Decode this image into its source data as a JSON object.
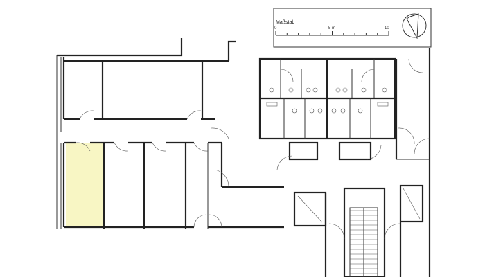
{
  "scale": {
    "label": "Maßstab",
    "tick_start": "0",
    "tick_mid": "5 m",
    "tick_end": "10"
  },
  "colors": {
    "highlighted_room": "#f8f6c4",
    "walls": "#222222"
  },
  "icons": {
    "north_arrow": "compass-north-arrow-icon"
  }
}
